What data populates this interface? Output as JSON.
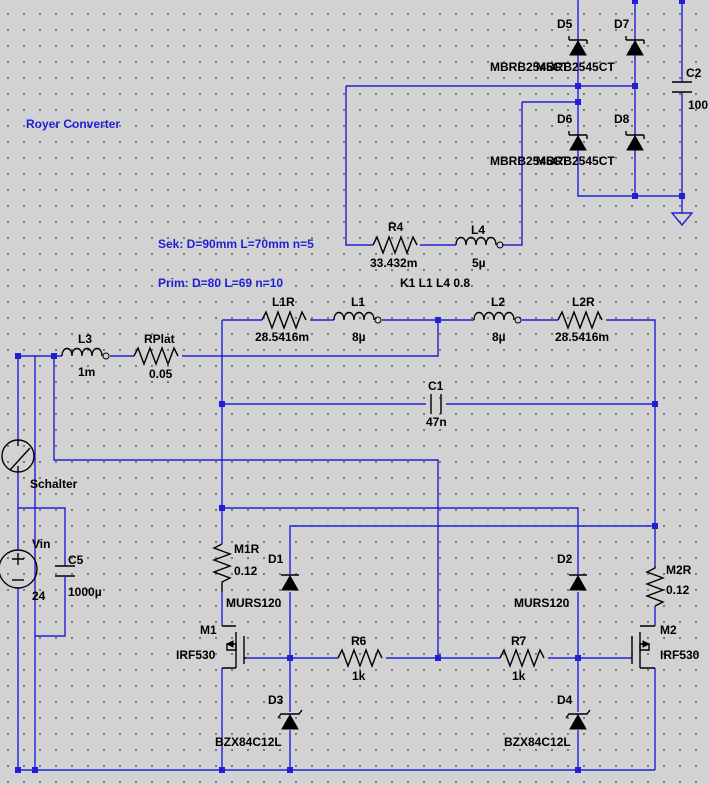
{
  "title": "Royer Converter",
  "notes": {
    "sek": "Sek: D=90mm L=70mm n=5",
    "prim": "Prim: D=80 L=69 n=10",
    "coupling": "K1 L1 L4 0.8"
  },
  "components": {
    "D5": {
      "name": "D5",
      "value": "MBRB2545CT"
    },
    "D7": {
      "name": "D7",
      "value": "MBRB2545CT"
    },
    "D6": {
      "name": "D6",
      "value": "MBRB2545CT"
    },
    "D8": {
      "name": "D8",
      "value": "MBRB2545CT"
    },
    "C2": {
      "name": "C2",
      "value": "100"
    },
    "R4": {
      "name": "R4",
      "value": "33.432m"
    },
    "L4": {
      "name": "L4",
      "value": "5µ"
    },
    "L1R": {
      "name": "L1R",
      "value": "28.5416m"
    },
    "L1": {
      "name": "L1",
      "value": "8µ"
    },
    "L2": {
      "name": "L2",
      "value": "8µ"
    },
    "L2R": {
      "name": "L2R",
      "value": "28.5416m"
    },
    "L3": {
      "name": "L3",
      "value": "1m"
    },
    "RPlat": {
      "name": "RPlat",
      "value": "0.05"
    },
    "C1": {
      "name": "C1",
      "value": "47n"
    },
    "Schalter": {
      "name": "Schalter"
    },
    "Vin": {
      "name": "Vin",
      "value": "24"
    },
    "C5": {
      "name": "C5",
      "value": "1000µ"
    },
    "M1R": {
      "name": "M1R",
      "value": "0.12"
    },
    "M2R": {
      "name": "M2R",
      "value": "0.12"
    },
    "D1": {
      "name": "D1",
      "value": "MURS120"
    },
    "D2": {
      "name": "D2",
      "value": "MURS120"
    },
    "M1": {
      "name": "M1",
      "value": "IRF530"
    },
    "M2": {
      "name": "M2",
      "value": "IRF530"
    },
    "R6": {
      "name": "R6",
      "value": "1k"
    },
    "R7": {
      "name": "R7",
      "value": "1k"
    },
    "D3": {
      "name": "D3",
      "value": "BZX84C12L"
    },
    "D4": {
      "name": "D4",
      "value": "BZX84C12L"
    }
  }
}
